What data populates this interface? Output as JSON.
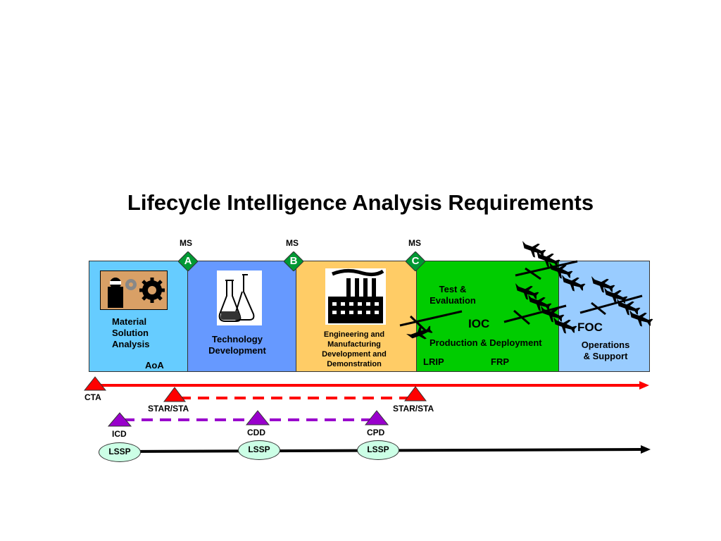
{
  "title": "Lifecycle Intelligence Analysis Requirements",
  "milestones": [
    {
      "label": "MS",
      "letter": "A"
    },
    {
      "label": "MS",
      "letter": "B"
    },
    {
      "label": "MS",
      "letter": "C"
    }
  ],
  "phases": {
    "material": {
      "lines": [
        "Material",
        "Solution",
        "Analysis"
      ],
      "sub": "AoA",
      "color": "#66ccff"
    },
    "technology": {
      "lines": [
        "Technology",
        "Development"
      ],
      "color": "#6699ff"
    },
    "emd": {
      "lines": [
        "Engineering and",
        "Manufacturing",
        "Development and",
        "Demonstration"
      ],
      "color": "#ffcc66"
    },
    "production": {
      "test": [
        "Test &",
        "Evaluation"
      ],
      "ioc": "IOC",
      "name": "Production & Deployment",
      "lrip": "LRIP",
      "frp": "FRP",
      "color": "#00cc00"
    },
    "operations": {
      "foc": "FOC",
      "lines": [
        "Operations",
        "& Support"
      ],
      "color": "#99ccff"
    }
  },
  "timeline": {
    "cta": "CTA",
    "star_sta_1": "STAR/STA",
    "star_sta_2": "STAR/STA",
    "icd": "ICD",
    "cdd": "CDD",
    "cpd": "CPD",
    "lssp_1": "LSSP",
    "lssp_2": "LSSP",
    "lssp_3": "LSSP"
  },
  "colors": {
    "milestone_diamond": "#009933",
    "red_marker": "#ff0000",
    "purple_marker": "#9900cc",
    "lssp_fill": "#ccffe6"
  },
  "icons": [
    "businessman-gears-icon",
    "flask-icon",
    "factory-icon",
    "jet-fighter-icon"
  ]
}
